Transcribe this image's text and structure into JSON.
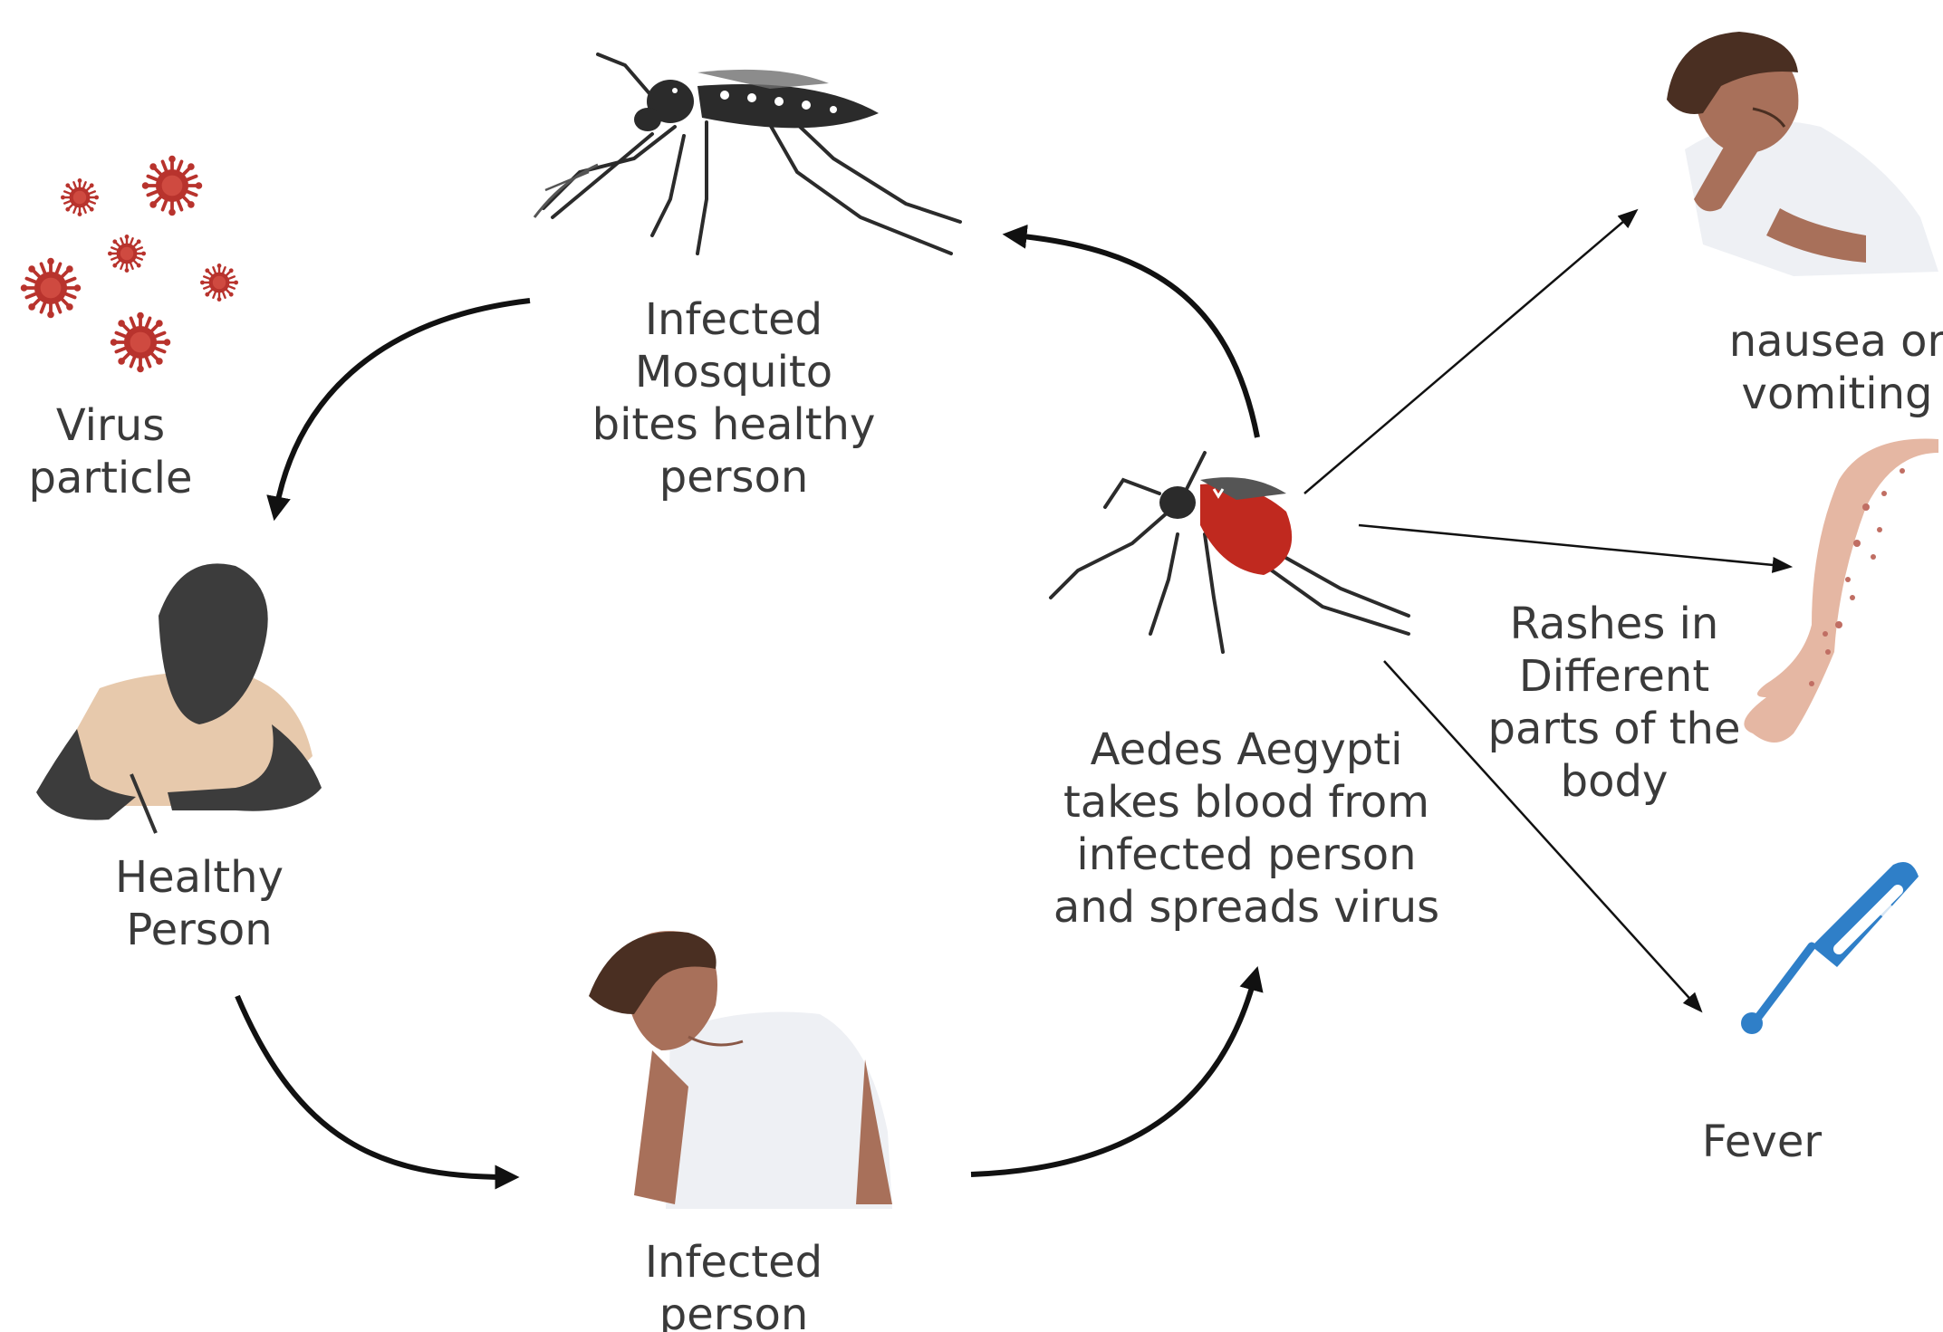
{
  "labels": {
    "virus": [
      "Virus",
      "particle"
    ],
    "infected_mosquito": [
      "Infected",
      "Mosquito",
      "bites healthy",
      "person"
    ],
    "healthy_person": [
      "Healthy",
      "Person"
    ],
    "infected_person": [
      "Infected",
      "person"
    ],
    "aedes": [
      "Aedes Aegypti",
      "takes blood from",
      "infected person",
      "and spreads virus"
    ],
    "nausea": [
      "nausea or",
      "vomiting"
    ],
    "rashes": [
      "Rashes in",
      "Different",
      "parts of the",
      "body"
    ],
    "fever": [
      "Fever"
    ]
  },
  "colors": {
    "text": "#3a3a3a",
    "arrow": "#111111",
    "virus": "#b8332d",
    "mosquito_body": "#2b2b2b",
    "blood": "#c0291f",
    "skin": "#a8705a",
    "shirt": "#eef0f4",
    "thermometer": "#2f7fc8"
  },
  "icons": [
    "virus-icon",
    "mosquito-icon",
    "silhouette-person-icon",
    "sick-person-icon",
    "blood-fed-mosquito-icon",
    "vomiting-person-icon",
    "rash-arm-icon",
    "thermometer-icon"
  ]
}
